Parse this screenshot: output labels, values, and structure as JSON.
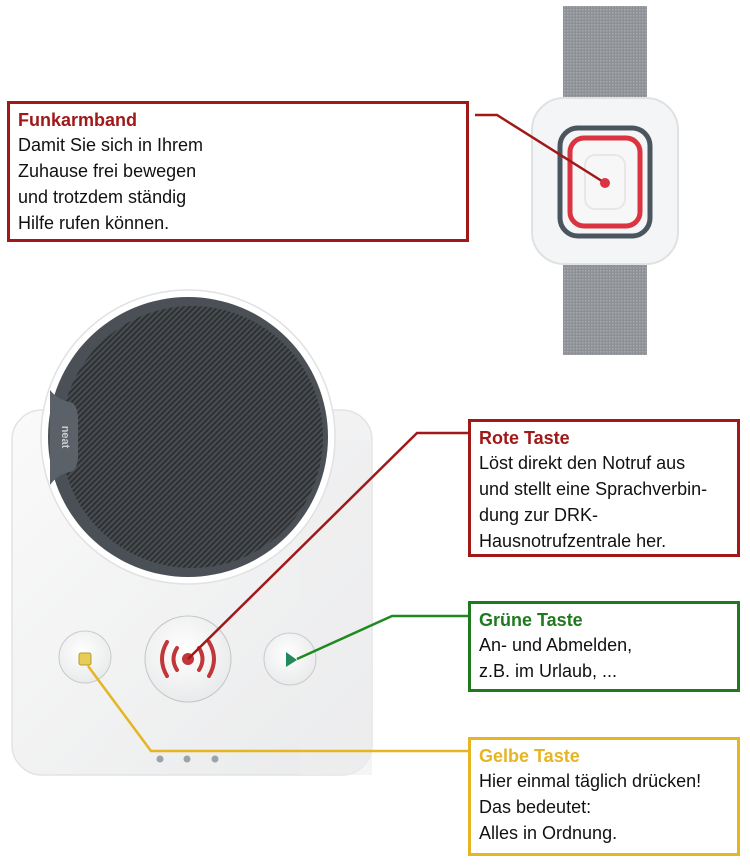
{
  "colors": {
    "red": "#a01818",
    "green": "#1f7a1f",
    "yellow": "#e5b523",
    "band_strap": "#8a8e92",
    "speaker_grille": "#3a3d40"
  },
  "device": {
    "brand_label": "neat"
  },
  "callouts": {
    "funkarmband": {
      "title": "Funkarmband",
      "lines": [
        "Damit Sie sich in Ihrem",
        "Zuhause frei bewegen",
        "und trotzdem ständig",
        "Hilfe rufen können."
      ]
    },
    "rote_taste": {
      "title": "Rote Taste",
      "lines": [
        "Löst direkt den Notruf aus",
        "und stellt eine Sprachverbin-",
        "dung zur DRK-",
        "Hausnotrufzentrale her."
      ]
    },
    "gruene_taste": {
      "title": "Grüne Taste",
      "lines": [
        "An- und Abmelden,",
        "z.B. im Urlaub, ..."
      ]
    },
    "gelbe_taste": {
      "title": "Gelbe Taste",
      "lines": [
        "Hier einmal täglich drücken!",
        "Das bedeutet:",
        "Alles in Ordnung."
      ]
    }
  }
}
